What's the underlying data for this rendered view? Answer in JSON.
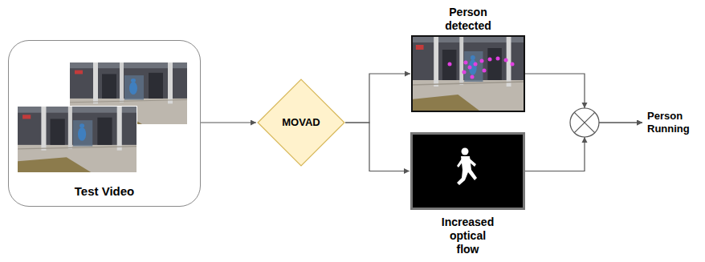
{
  "diagram": {
    "nodes": [
      {
        "text": [
          "Test Video"
        ]
      },
      {
        "text": [
          "MOVAD"
        ]
      },
      {
        "text": [
          "Person detected"
        ]
      },
      {
        "text": [
          "Increased optical flow"
        ]
      },
      {
        "text": [
          "Person Running"
        ]
      }
    ],
    "edges": [
      {
        "from": 0,
        "to": 1,
        "arrow": "to"
      },
      {
        "from": 1,
        "to": 2,
        "arrow": "to"
      },
      {
        "from": 1,
        "to": 3,
        "arrow": "to"
      },
      {
        "from": 2,
        "to": 4,
        "arrow": "to"
      },
      {
        "from": 3,
        "to": 4,
        "arrow": "to"
      }
    ]
  }
}
